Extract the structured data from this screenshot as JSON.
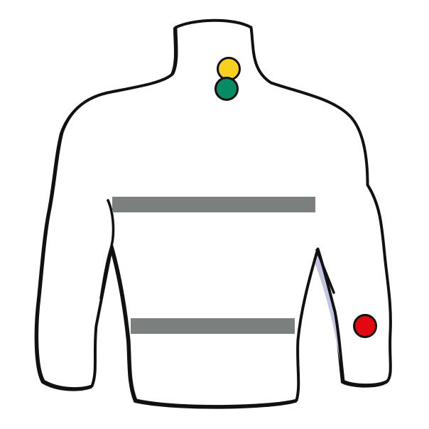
{
  "figure": {
    "subject": "torso-back-view",
    "colors": {
      "outline": "#111111",
      "body_fill": "#ffffff",
      "shadow": "#c3c4e0",
      "band": "#7b7f7d"
    }
  },
  "bands": [
    {
      "id": "upper-band"
    },
    {
      "id": "lower-band"
    }
  ],
  "markers": [
    {
      "id": "yellow",
      "color": "#f7d11e"
    },
    {
      "id": "green",
      "color": "#078a66"
    },
    {
      "id": "red",
      "color": "#e30712"
    }
  ]
}
